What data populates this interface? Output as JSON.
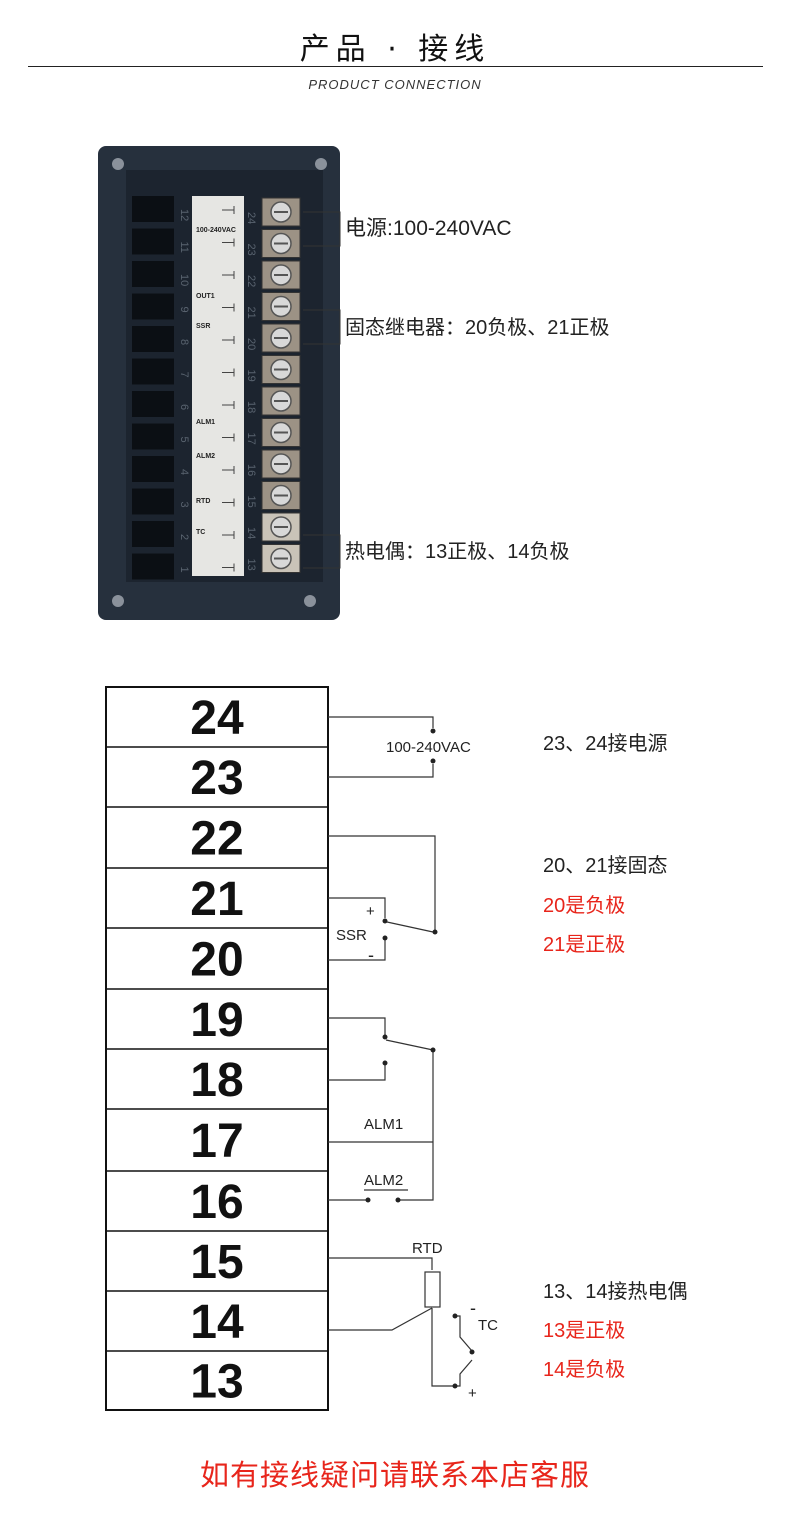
{
  "header": {
    "title": "产品 · 接线",
    "subtitle": "PRODUCT CONNECTION"
  },
  "photo": {
    "callouts": [
      "电源:100-240VAC",
      "固态继电器：20负极、21正极",
      "热电偶：13正极、14负极"
    ],
    "label_card": [
      "100-240VAC",
      "OUT1",
      "SSR",
      "ALM1",
      "ALM2",
      "RTD",
      "TC"
    ],
    "right_numbers": [
      "24",
      "23",
      "22",
      "21",
      "20",
      "19",
      "18",
      "17",
      "16",
      "15",
      "14",
      "13"
    ],
    "left_numbers": [
      "12",
      "11",
      "10",
      "9",
      "8",
      "7",
      "6",
      "5",
      "4",
      "3",
      "2",
      "1"
    ]
  },
  "diagram": {
    "terminals": [
      "24",
      "23",
      "22",
      "21",
      "20",
      "19",
      "18",
      "17",
      "16",
      "15",
      "14",
      "13"
    ],
    "labels": {
      "power": "100-240VAC",
      "ssr": "SSR",
      "plus": "+",
      "minus": "-",
      "alm1": "ALM1",
      "alm2": "ALM2",
      "rtd": "RTD",
      "tc": "TC"
    },
    "notes": {
      "power": "23、24接电源",
      "ssr_title": "20、21接固态",
      "ssr_neg": "20是负极",
      "ssr_pos": "21是正极",
      "tc_title": "13、14接热电偶",
      "tc_pos": "13是正极",
      "tc_neg": "14是负极"
    }
  },
  "footer": "如有接线疑问请联系本店客服",
  "colors": {
    "accent_red": "#e8251b",
    "panel_dark": "#25303e",
    "text": "#222222"
  }
}
